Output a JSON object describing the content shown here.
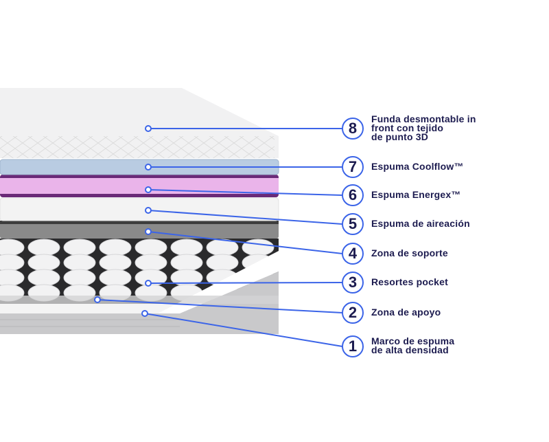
{
  "colors": {
    "line": "#3b64e8",
    "text": "#1c1b4f",
    "coolflow": "#b9cce2",
    "energex": "#eab4ea",
    "support": "#8a8a8a"
  },
  "layers": [
    {
      "number": "8",
      "label": "Funda desmontable in\nfront con tejido\nde punto 3D"
    },
    {
      "number": "7",
      "label": "Espuma Coolflow™"
    },
    {
      "number": "6",
      "label": "Espuma Energex™"
    },
    {
      "number": "5",
      "label": "Espuma de aireación"
    },
    {
      "number": "4",
      "label": "Zona de soporte"
    },
    {
      "number": "3",
      "label": "Resortes pocket"
    },
    {
      "number": "2",
      "label": "Zona de apoyo"
    },
    {
      "number": "1",
      "label": "Marco de espuma\nde alta densidad"
    }
  ]
}
